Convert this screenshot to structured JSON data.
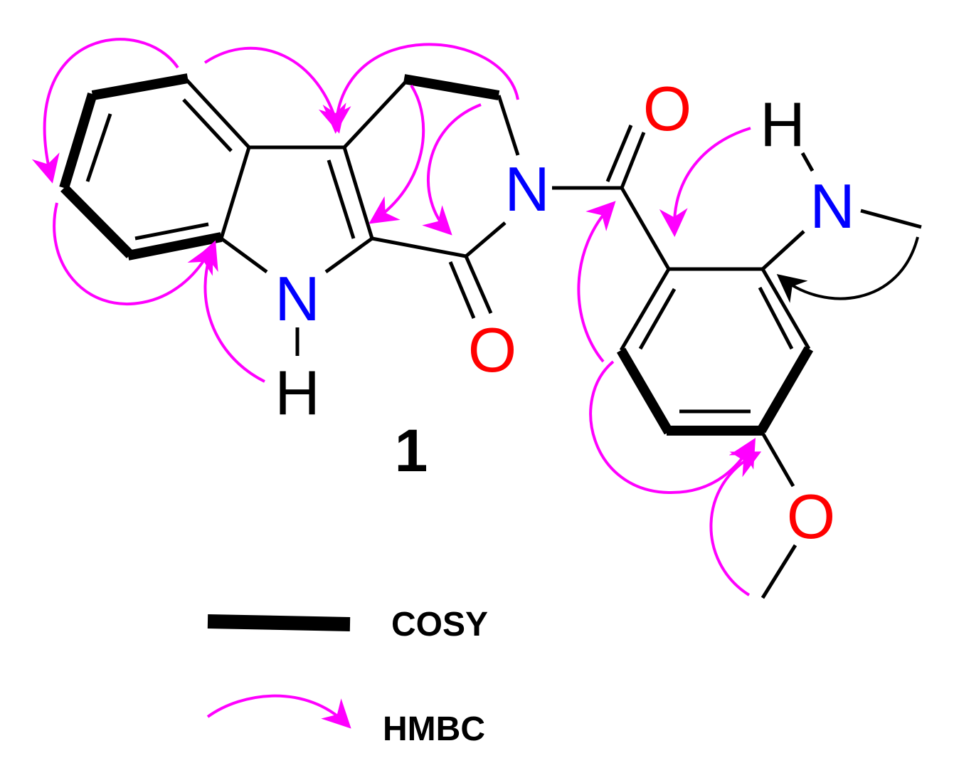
{
  "compound_label": "1",
  "atoms": {
    "indole_nh_n": "N",
    "indole_nh_h": "H",
    "amide_n": "N",
    "lactam_o": "O",
    "ketone_o": "O",
    "aniline_n": "N",
    "aniline_h": "H",
    "methoxy_o": "O"
  },
  "legend": {
    "cosy_label": "COSY",
    "hmbc_label": "HMBC"
  },
  "colors": {
    "hmbc": "#ff00ff",
    "nitrogen": "#0000ff",
    "oxygen": "#ff0000",
    "carbon_hydrogen": "#000000"
  }
}
